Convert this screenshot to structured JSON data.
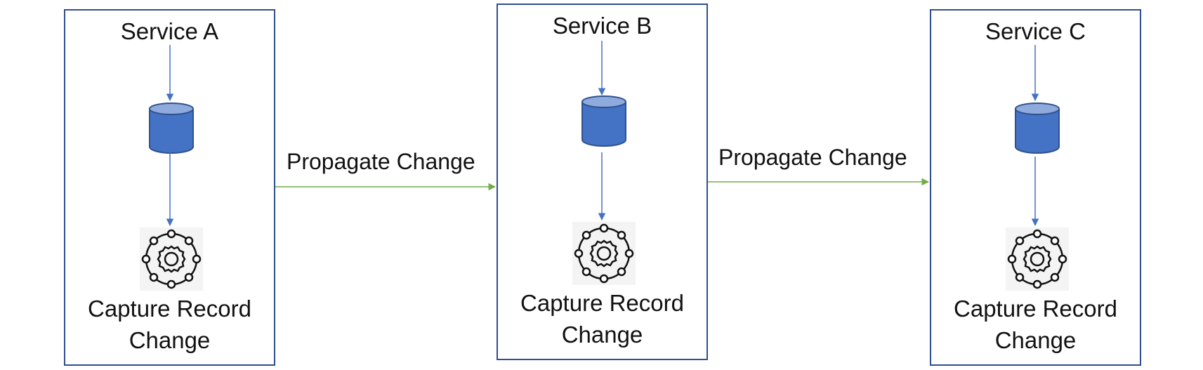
{
  "services": [
    {
      "title": "Service A",
      "capture_label_line1": "Capture Record",
      "capture_label_line2": "Change",
      "database_icon": "database-icon",
      "process_icon": "gear-network-icon"
    },
    {
      "title": "Service B",
      "capture_label_line1": "Capture Record",
      "capture_label_line2": "Change",
      "database_icon": "database-icon",
      "process_icon": "gear-network-icon"
    },
    {
      "title": "Service C",
      "capture_label_line1": "Capture Record",
      "capture_label_line2": "Change",
      "database_icon": "database-icon",
      "process_icon": "gear-network-icon"
    }
  ],
  "flows": [
    {
      "label": "Propagate Change",
      "from": "Service A",
      "to": "Service B"
    },
    {
      "label": "Propagate Change",
      "from": "Service B",
      "to": "Service C"
    }
  ],
  "colors": {
    "box_border": "#2f4f8f",
    "internal_arrow": "#4472c4",
    "flow_arrow": "#70ad47",
    "database_fill": "#4472c4",
    "database_top": "#8faadc",
    "text": "#111111"
  }
}
